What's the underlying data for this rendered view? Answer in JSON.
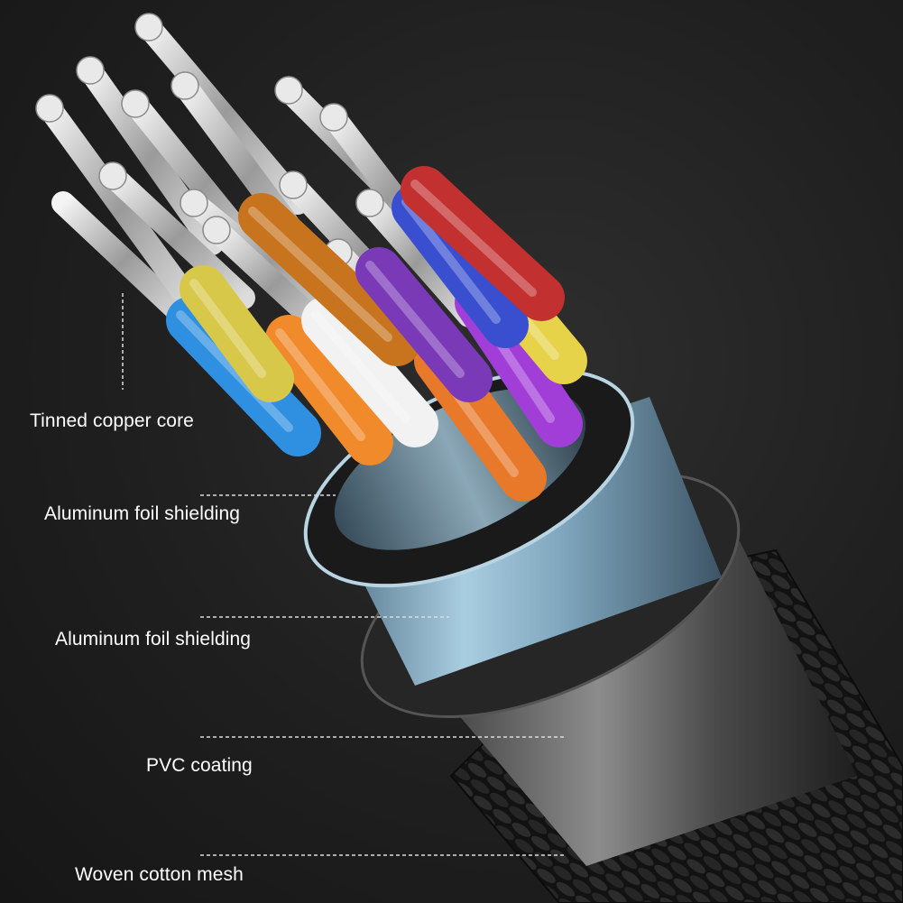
{
  "diagram": {
    "subject": "braided cable cross-section",
    "layers": [
      {
        "id": "core",
        "label": "Tinned copper core"
      },
      {
        "id": "inner-foil",
        "label": "Aluminum foil shielding"
      },
      {
        "id": "outer-foil",
        "label": "Aluminum foil shielding"
      },
      {
        "id": "pvc",
        "label": "PVC coating"
      },
      {
        "id": "mesh",
        "label": "Woven cotton mesh"
      }
    ],
    "wire_colors": [
      "#2f8fe0",
      "#f08a2a",
      "#f2f2f2",
      "#e8782a",
      "#a23ed8",
      "#e7d34a",
      "#d8c84a",
      "#c8741f",
      "#7a3ab8",
      "#3a4fd0",
      "#c23030"
    ],
    "colors": {
      "background": "#1f1f1f",
      "label_text": "#ffffff",
      "leader_line": "#dcdcdc",
      "foil": "#8fb3c9",
      "pvc": "#3a3a3a",
      "mesh": "#141414"
    }
  }
}
